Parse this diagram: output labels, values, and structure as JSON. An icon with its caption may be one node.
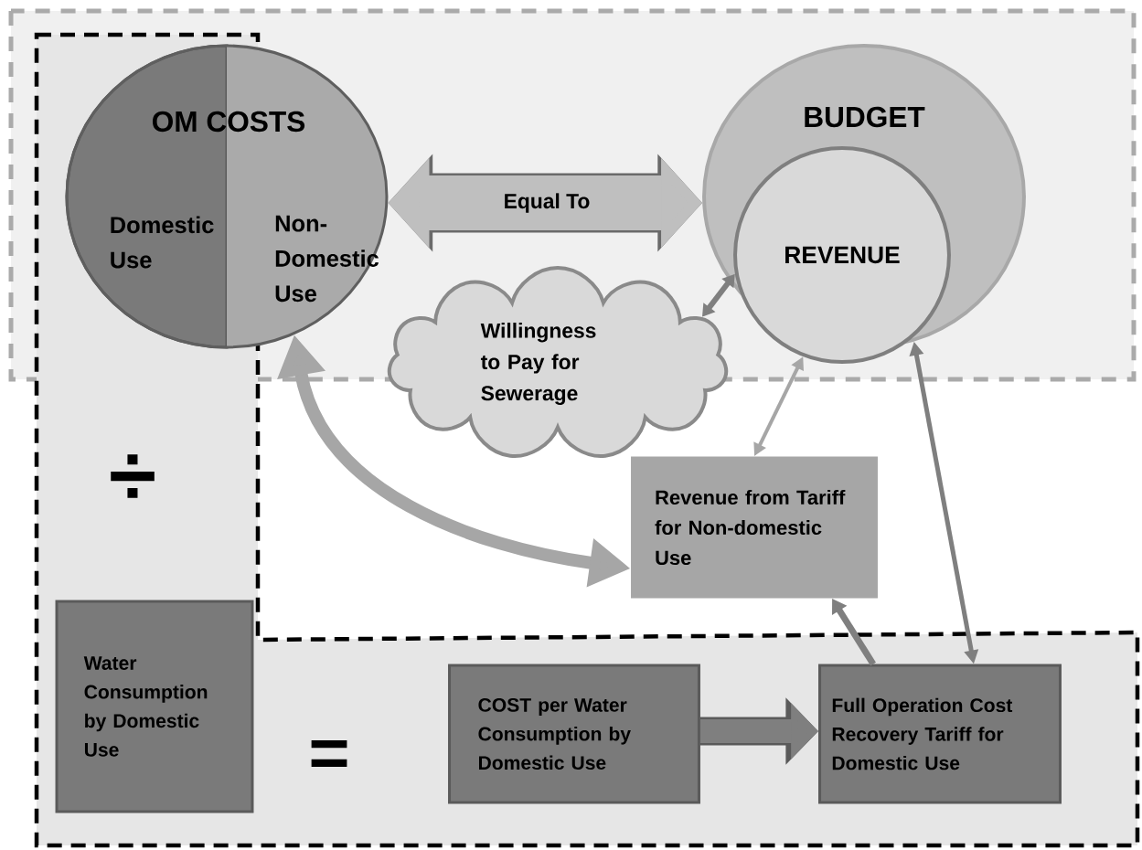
{
  "diagram": {
    "nodes": [
      {
        "text": [
          "OM COSTS",
          "Domestic Use",
          "Non-Domestic Use"
        ]
      },
      {
        "text": [
          "BUDGET"
        ]
      },
      {
        "text": [
          "REVENUE"
        ],
        "in": 1
      },
      {
        "text": [
          "Willingness to Pay for Sewerage"
        ]
      },
      {
        "text": [
          "Revenue from Tariff for Non-domestic Use"
        ]
      },
      {
        "text": [
          "Water Consumption by Domestic Use"
        ]
      },
      {
        "text": [
          "COST per Water Consumption by Domestic Use"
        ]
      },
      {
        "text": [
          "Full Operation Cost Recovery Tariff for Domestic Use"
        ]
      }
    ],
    "edges": [
      {
        "from": 0,
        "to": 1,
        "arrow": "both",
        "label": "Equal To",
        "style": "thick",
        "color": "#bfbfbf"
      },
      {
        "from": 3,
        "to": 2,
        "arrow": "both",
        "color": "#7f7f7f"
      },
      {
        "from": 4,
        "to": 2,
        "arrow": "both"
      },
      {
        "from": 0,
        "to": 4,
        "arrow": "both",
        "style": "thick"
      },
      {
        "from": 7,
        "to": 1,
        "arrow": "both",
        "color": "#7f7f7f"
      },
      {
        "from": 7,
        "to": 4,
        "arrow": "to",
        "color": "#7f7f7f"
      },
      {
        "from": 6,
        "to": 7,
        "arrow": "to",
        "style": "thick",
        "color": "#7f7f7f"
      }
    ],
    "labels": [
      "÷",
      "="
    ]
  }
}
